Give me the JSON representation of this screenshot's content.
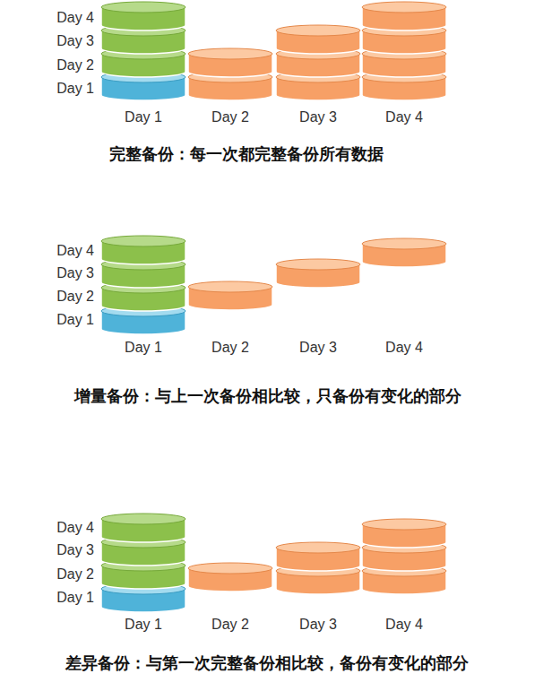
{
  "diagram": {
    "labels": [
      "Day 4",
      "Day 3",
      "Day 2",
      "Day 1",
      "Day 1",
      "Day 2",
      "Day 3",
      "Day 4",
      "完整备份：每一次都完整备份所有数据",
      "Day 4",
      "Day 3",
      "Day 2",
      "Day 1",
      "Day 1",
      "Day 2",
      "Day 3",
      "Day 4",
      "增量备份：与上一次备份相比较，只备份有变化的部分",
      "Day 4",
      "Day 3",
      "Day 2",
      "Day 1",
      "Day 1",
      "Day 2",
      "Day 3",
      "Day 4",
      "差异备份：与第一次完整备份相比较，备份有变化的部分"
    ]
  }
}
